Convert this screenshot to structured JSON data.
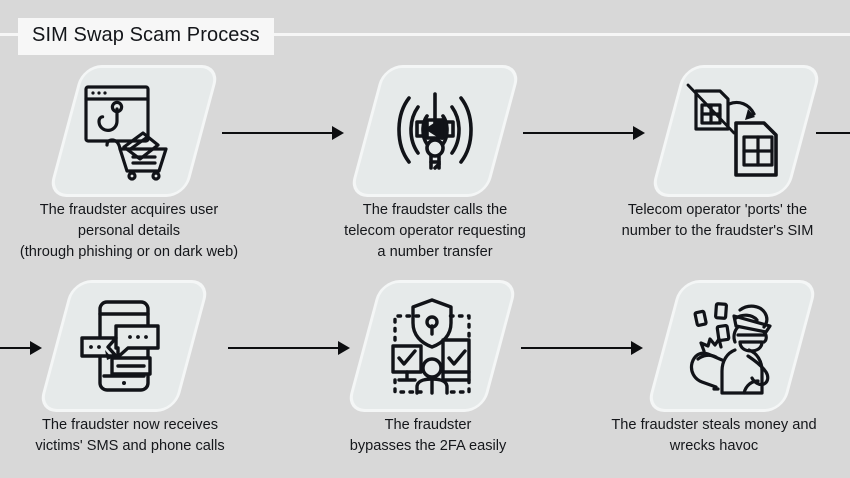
{
  "page": {
    "background_color": "#d8d8d8",
    "title": "SIM Swap Scam Process",
    "title_box_color": "#f7f7f7",
    "rule_color": "#f6f6f6",
    "card_fill": "#e6eaea",
    "card_border": "#f4f6f6",
    "ink_color": "#14161a",
    "arrow_color": "#0d0e10"
  },
  "steps": [
    {
      "index": 1,
      "icon": "phishing-hook-browser-cart-icon",
      "caption": "The fraudster acquires user\npersonal details\n(through phishing or on dark web)"
    },
    {
      "index": 2,
      "icon": "cell-tower-signal-icon",
      "caption": "The fraudster calls the\ntelecom operator requesting\na number transfer"
    },
    {
      "index": 3,
      "icon": "sim-swap-cards-icon",
      "caption": "Telecom operator 'ports' the\nnumber to the fraudster's SIM"
    },
    {
      "index": 4,
      "icon": "phone-sms-bubbles-icon",
      "caption": "The fraudster now receives\nvictims' SMS and phone calls"
    },
    {
      "index": 5,
      "icon": "two-factor-auth-shield-icon",
      "caption": "The fraudster\nbypasses the 2FA easily"
    },
    {
      "index": 6,
      "icon": "thief-money-bag-icon",
      "caption": "The fraudster steals money and\nwrecks havoc"
    }
  ],
  "connectors": [
    {
      "name": "arrow-step1-to-step2",
      "has_head": true
    },
    {
      "name": "arrow-step2-to-step3",
      "has_head": true
    },
    {
      "name": "arrow-step3-offscreen-right",
      "has_head": false
    },
    {
      "name": "arrow-offscreen-left-to-step4",
      "has_head": true
    },
    {
      "name": "arrow-step4-to-step5",
      "has_head": true
    },
    {
      "name": "arrow-step5-to-step6",
      "has_head": true
    }
  ]
}
